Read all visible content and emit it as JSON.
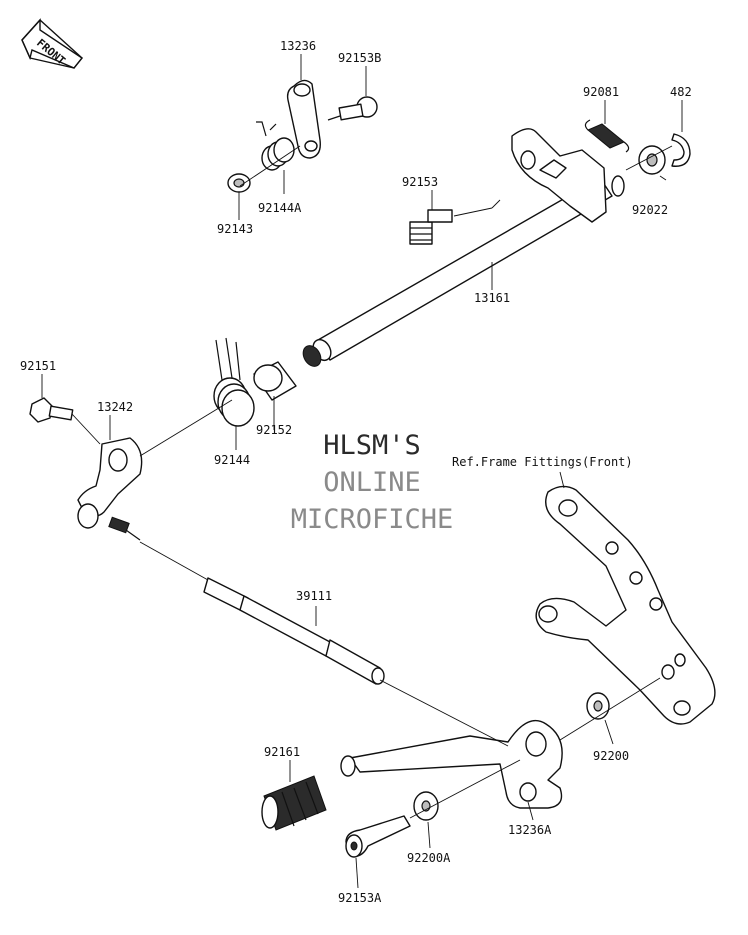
{
  "diagram": {
    "front_label": "FRONT",
    "reference_label": "Ref.Frame Fittings(Front)",
    "watermark": {
      "line1": "HLSM'S",
      "line2": "ONLINE",
      "line3": "MICROFICHE"
    },
    "parts": [
      {
        "id": "13236",
        "label": "13236"
      },
      {
        "id": "92153B",
        "label": "92153B"
      },
      {
        "id": "92081",
        "label": "92081"
      },
      {
        "id": "482",
        "label": "482"
      },
      {
        "id": "92153",
        "label": "92153"
      },
      {
        "id": "92022",
        "label": "92022"
      },
      {
        "id": "92144A",
        "label": "92144A"
      },
      {
        "id": "92143",
        "label": "92143"
      },
      {
        "id": "13161",
        "label": "13161"
      },
      {
        "id": "92151",
        "label": "92151"
      },
      {
        "id": "13242",
        "label": "13242"
      },
      {
        "id": "92152",
        "label": "92152"
      },
      {
        "id": "92144",
        "label": "92144"
      },
      {
        "id": "39111",
        "label": "39111"
      },
      {
        "id": "92161",
        "label": "92161"
      },
      {
        "id": "92200",
        "label": "92200"
      },
      {
        "id": "13236A",
        "label": "13236A"
      },
      {
        "id": "92200A",
        "label": "92200A"
      },
      {
        "id": "92153A",
        "label": "92153A"
      }
    ]
  }
}
